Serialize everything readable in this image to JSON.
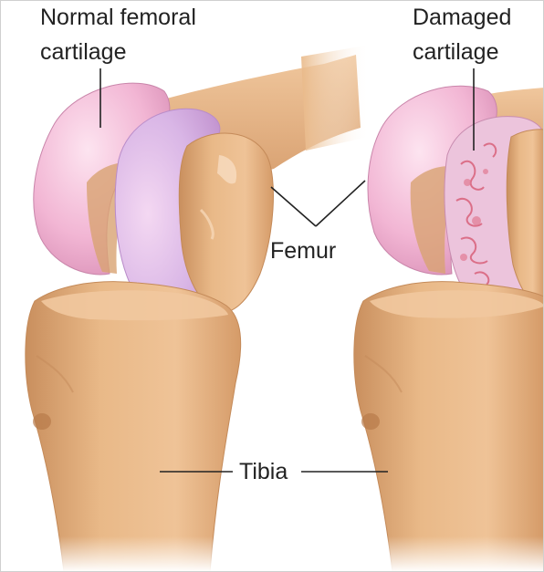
{
  "labels": {
    "normal_cartilage_line1": "Normal femoral",
    "normal_cartilage_line2": "cartilage",
    "damaged_cartilage_line1": "Damaged",
    "damaged_cartilage_line2": "cartilage",
    "femur": "Femur",
    "tibia": "Tibia"
  },
  "colors": {
    "bone": "#e7b384",
    "bone_shadow": "#c98f5e",
    "cartilage": "#f2b8d6",
    "cartilage_light": "#fbdcec",
    "damage": "#d9617a",
    "leader_line": "#222222"
  }
}
